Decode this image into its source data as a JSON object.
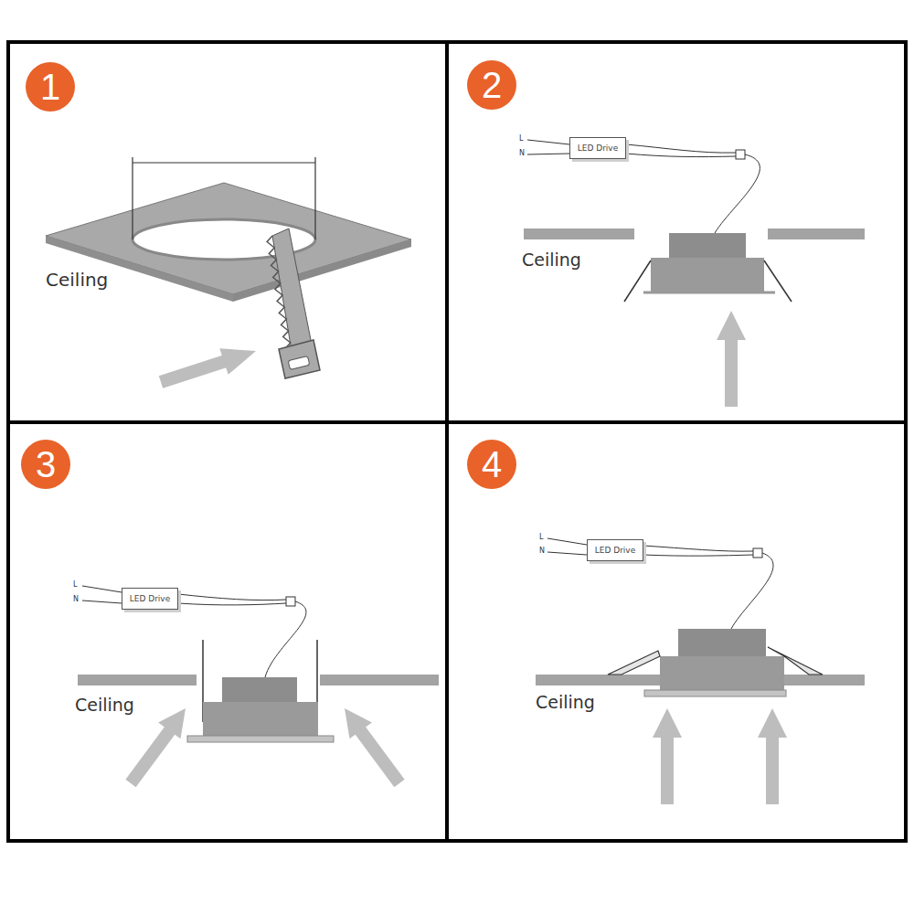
{
  "diagram": {
    "nodes": [
      {
        "text": [
          "1"
        ]
      },
      {
        "text": [
          "2"
        ]
      },
      {
        "text": [
          "LED Drive"
        ]
      },
      {
        "text": [
          "3"
        ]
      },
      {
        "text": [
          "LED Drive"
        ]
      },
      {
        "text": [
          "4"
        ]
      },
      {
        "text": [
          "LED Drive"
        ]
      }
    ],
    "labels": [
      "Ceiling",
      "L",
      "N",
      "Ceiling",
      "L",
      "N",
      "Ceiling",
      "L",
      "N",
      "Ceiling"
    ]
  }
}
